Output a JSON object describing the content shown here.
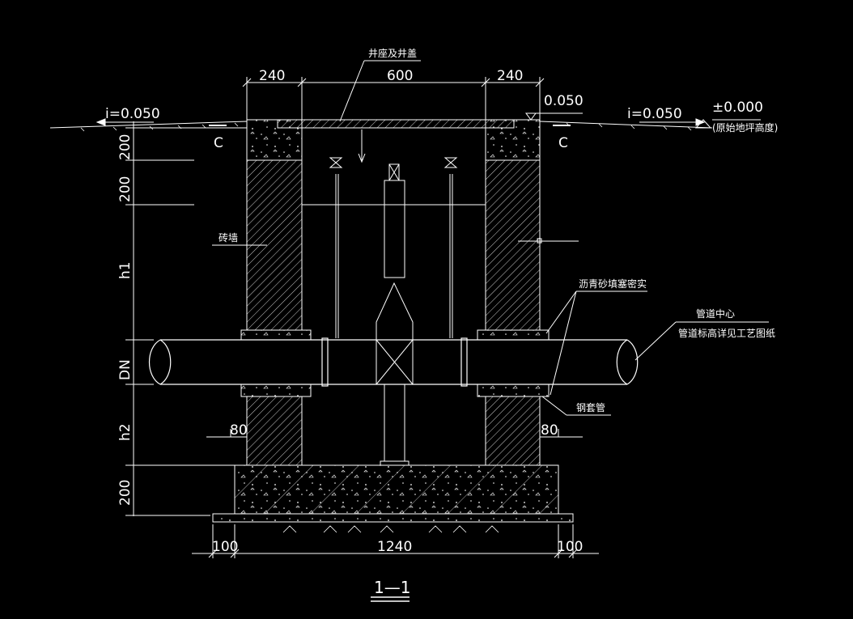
{
  "dimensions": {
    "wall_left": "240",
    "opening": "600",
    "wall_right": "240",
    "elev_cover": "0.050",
    "slope_left": "i=0.050",
    "slope_right": "i=0.050",
    "ground_elev": "±0.000",
    "ground_note": "(原始地坪高度)",
    "vert_200_top": "200",
    "vert_200_2": "200",
    "vert_h1": "h1",
    "vert_dn": "DN",
    "vert_h2": "h2",
    "vert_200_base": "200",
    "offset_left": "80",
    "offset_right": "80",
    "base_left": "100",
    "base_width": "1240",
    "base_right": "100"
  },
  "labels": {
    "cover": "井座及井盖",
    "brick_wall": "砖墙",
    "asphalt_sand": "沥青砂填塞密实",
    "pipe_center": "管道中心",
    "pipe_elev_note": "管道标高详见工艺图纸",
    "steel_sleeve": "钢套管",
    "section_mark_left": "C",
    "section_mark_right": "C"
  },
  "title": "1—1"
}
